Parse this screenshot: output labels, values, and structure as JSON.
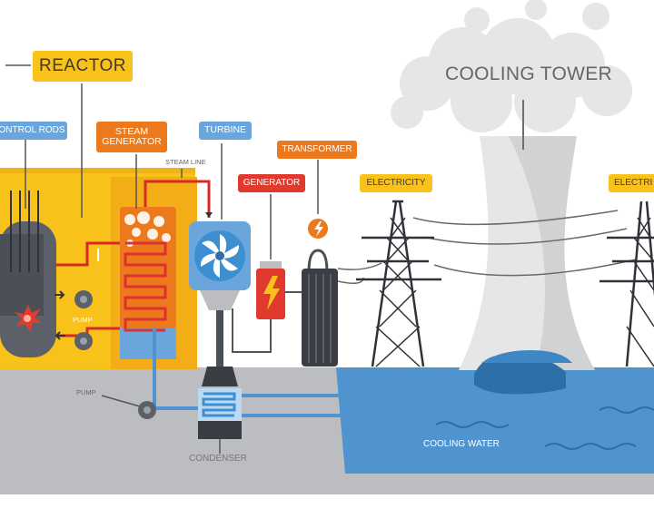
{
  "labels": {
    "reactor": "REACTOR",
    "control_rods": "ONTROL RODS",
    "steam_generator_line1": "STEAM",
    "steam_generator_line2": "GENERATOR",
    "steam_line": "STEAM LINE",
    "turbine": "TURBINE",
    "generator": "GENERATOR",
    "transformer": "TRANSFORMER",
    "electricity": "ELECTRICITY",
    "electricity_cut": "ELECTRI",
    "cooling_tower": "COOLING TOWER",
    "pump_upper": "PUMP",
    "pump_lower": "PUMP",
    "condenser": "CONDENSER",
    "cooling_water": "COOLING WATER"
  },
  "colors": {
    "reactor_yellow": "#f8c21a",
    "steam_orange": "#ec7a1c",
    "turbine_blue": "#6aa6dc",
    "generator_red": "#e03a2f",
    "water_blue": "#4f93cf",
    "ground_gray": "#bcbdc0",
    "steam_pipe_red": "#d42a2a",
    "cloud_gray": "#e6e6e6"
  }
}
